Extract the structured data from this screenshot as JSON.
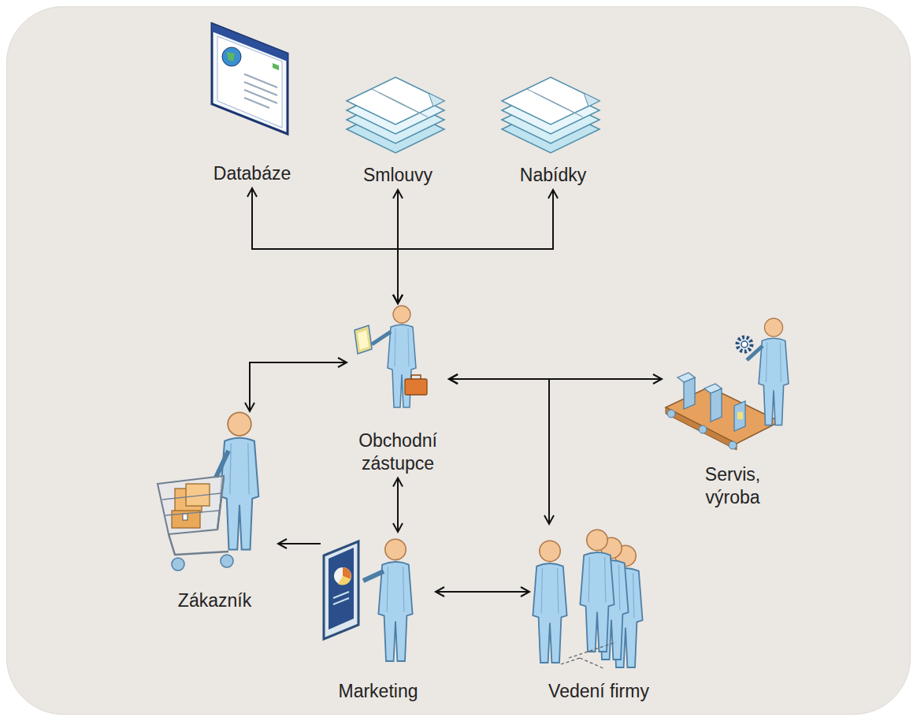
{
  "diagram": {
    "nodes": [
      {
        "text": [
          "Databáze"
        ]
      },
      {
        "text": [
          "Smlouvy"
        ]
      },
      {
        "text": [
          "Nabídky"
        ]
      },
      {
        "text": [
          "Obchodní zástupce"
        ]
      },
      {
        "text": [
          "Servis, výroba"
        ]
      },
      {
        "text": [
          "Zákazník"
        ]
      },
      {
        "text": [
          "Marketing"
        ]
      },
      {
        "text": [
          "Vedení firmy"
        ]
      }
    ],
    "edges": [
      {
        "from": 3,
        "to": 0,
        "arrow": "both"
      },
      {
        "from": 3,
        "to": 1,
        "arrow": "both"
      },
      {
        "from": 3,
        "to": 2,
        "arrow": "both"
      },
      {
        "from": 3,
        "to": 5,
        "arrow": "both"
      },
      {
        "from": 3,
        "to": 4,
        "arrow": "both"
      },
      {
        "from": 3,
        "to": 7,
        "arrow": "both"
      },
      {
        "from": 3,
        "to": 6,
        "arrow": "both"
      },
      {
        "from": 6,
        "to": 5,
        "arrow": "to"
      },
      {
        "from": 6,
        "to": 7,
        "arrow": "both"
      }
    ]
  }
}
